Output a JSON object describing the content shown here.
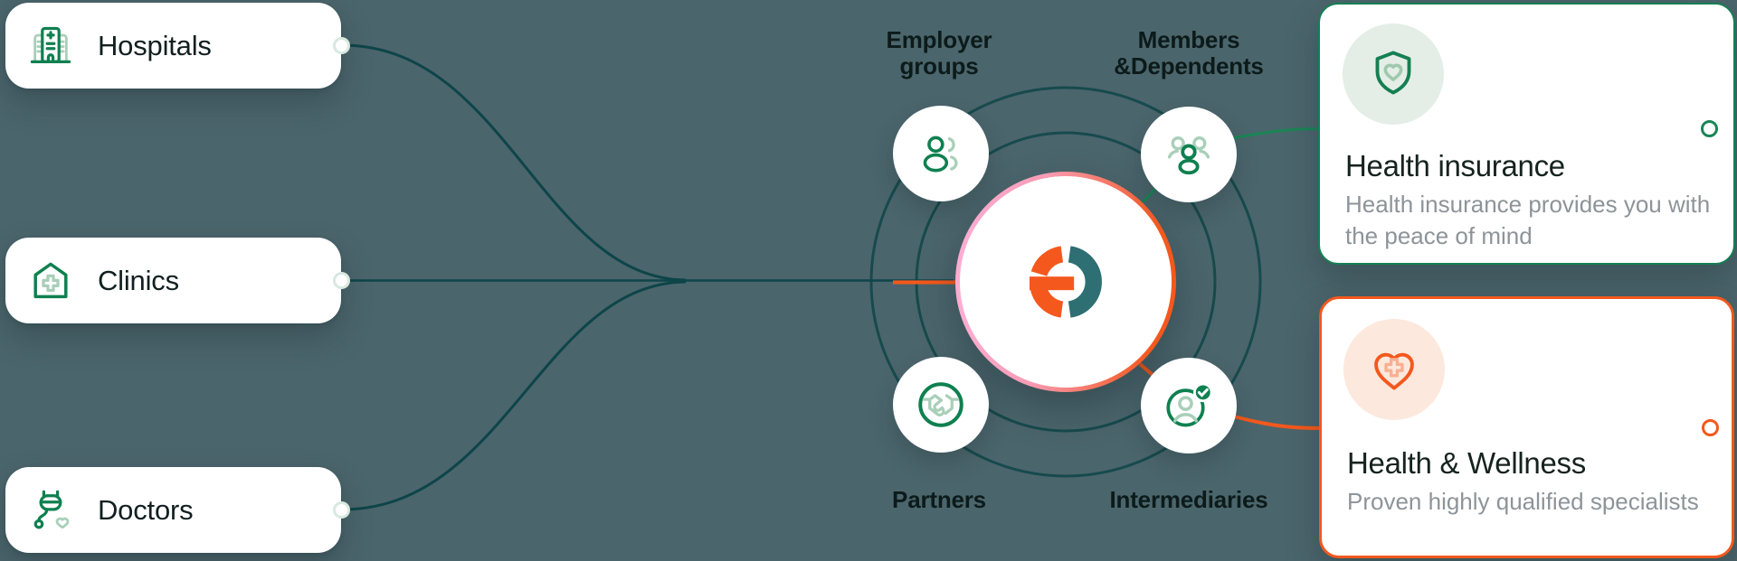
{
  "background_color": "#4b656c",
  "colors": {
    "wire_teal": "#0d4549",
    "orbit_ring": "#174a4d",
    "accent_green": "#1a8556",
    "accent_orange": "#f4581d",
    "hub_border_pink": "#fbadd1",
    "icon_green_dark": "#0f8050",
    "icon_green_light": "#a9cfb9",
    "label_dark": "#0c1b1a",
    "body_gray": "#8d9499"
  },
  "left_cards": [
    {
      "label": "Hospitals",
      "icon": "hospital-icon"
    },
    {
      "label": "Clinics",
      "icon": "clinic-icon"
    },
    {
      "label": "Doctors",
      "icon": "doctor-icon"
    }
  ],
  "hub": {
    "logo": "brand-logo"
  },
  "satellites": [
    {
      "label": "Employer groups",
      "icon": "employer-groups-icon"
    },
    {
      "label": "Members &Dependents",
      "icon": "members-dependents-icon"
    },
    {
      "label": "Partners",
      "icon": "partners-handshake-icon"
    },
    {
      "label": "Intermediaries",
      "icon": "intermediaries-icon"
    }
  ],
  "right_cards": [
    {
      "title": "Health insurance",
      "description": "Health insurance provides you with the peace of mind",
      "accent": "#157f52",
      "icon": "shield-heart-icon"
    },
    {
      "title": "Health & Wellness",
      "description": "Proven highly qualified specialists",
      "accent": "#f4581d",
      "icon": "heart-cross-icon"
    }
  ]
}
